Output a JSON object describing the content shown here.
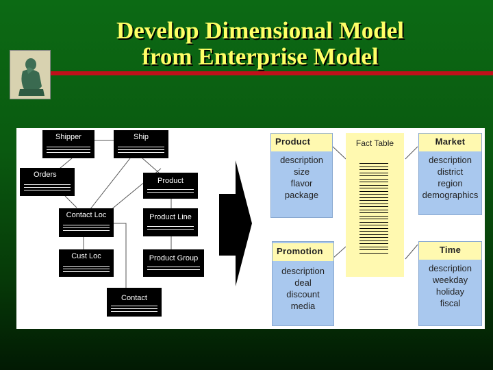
{
  "slide": {
    "title_line1": "Develop Dimensional Model",
    "title_line2": "from Enterprise Model"
  },
  "enterprise_model": {
    "entities": [
      "Shipper",
      "Ship",
      "Orders",
      "Product",
      "Contact Loc",
      "Product Line",
      "Cust Loc",
      "Product Group",
      "Contact"
    ]
  },
  "dimensional_model": {
    "fact_table": "Fact Table",
    "dimensions": {
      "product": {
        "name": "Product",
        "attributes": [
          "description",
          "size",
          "flavor",
          "package"
        ]
      },
      "market": {
        "name": "Market",
        "attributes": [
          "description",
          "district",
          "region",
          "demographics"
        ]
      },
      "promotion": {
        "name": "Promotion",
        "attributes": [
          "description",
          "deal",
          "discount",
          "media"
        ]
      },
      "time": {
        "name": "Time",
        "attributes": [
          "description",
          "weekday",
          "holiday",
          "fiscal"
        ]
      }
    }
  },
  "colors": {
    "title": "#ffff66",
    "accent_line": "#c0101a",
    "dimension_fill": "#a9c8ee",
    "header_fill": "#fff9b0"
  }
}
